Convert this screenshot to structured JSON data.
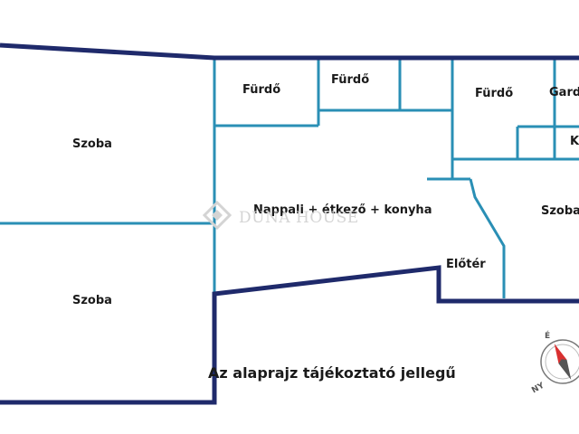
{
  "rooms": {
    "szoba_top_left": "Szoba",
    "szoba_bottom_left": "Szoba",
    "furdo_1": "Fürdő",
    "furdo_2": "Fürdő",
    "furdo_3": "Fürdő",
    "gardrob": "Gard",
    "k_room": "K",
    "nappali": "Nappali + étkező + konyha",
    "eloter": "Előtér",
    "szoba_right": "Szoba"
  },
  "note": "Az alaprajz tájékoztató jellegű",
  "watermark": {
    "brand": "DUNA HOUSE"
  },
  "compass": {
    "label_e": "É",
    "label_ny": "NY"
  },
  "colors": {
    "outer_wall": "#1f2a6b",
    "inner_wall": "#2a8fb5",
    "north_arrow": "#d93030"
  }
}
